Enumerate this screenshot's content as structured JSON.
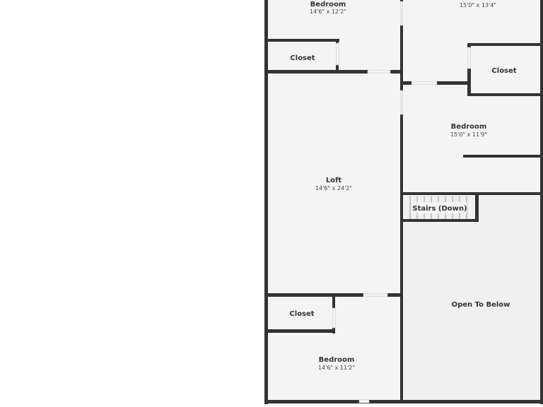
{
  "floor_plan": {
    "rooms": [
      {
        "id": "bedroom-1",
        "name": "Bedroom",
        "dimensions": "14'6\" x 12'2\""
      },
      {
        "id": "bedroom-2",
        "name": "",
        "dimensions": "15'0\" x 13'4\""
      },
      {
        "id": "closet-1",
        "name": "Closet",
        "dimensions": ""
      },
      {
        "id": "closet-2",
        "name": "Closet",
        "dimensions": ""
      },
      {
        "id": "bedroom-3",
        "name": "Bedroom",
        "dimensions": "15'0\" x 11'9\""
      },
      {
        "id": "loft",
        "name": "Loft",
        "dimensions": "14'6\" x 24'2\""
      },
      {
        "id": "stairs",
        "name": "Stairs (Down)",
        "dimensions": ""
      },
      {
        "id": "closet-3",
        "name": "Closet",
        "dimensions": ""
      },
      {
        "id": "bedroom-4",
        "name": "Bedroom",
        "dimensions": "14'6\" x 11'2\""
      },
      {
        "id": "open-to-below",
        "name": "Open To Below",
        "dimensions": ""
      }
    ],
    "colors": {
      "wall": "#333333",
      "floor": "#f4f4f4",
      "open_area": "#f0f0f0",
      "background": "#ffffff",
      "door": "#ffffff"
    }
  }
}
